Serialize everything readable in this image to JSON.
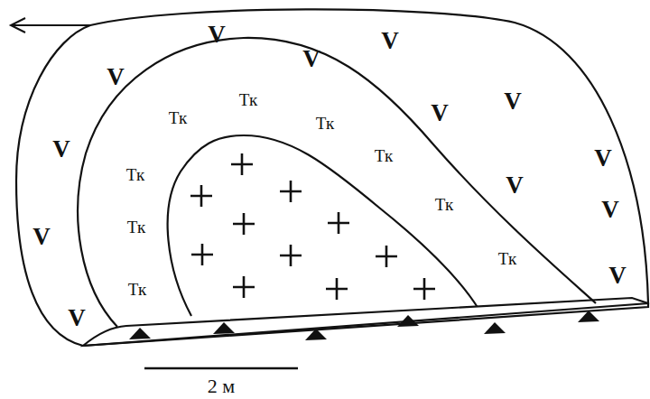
{
  "diagram": {
    "nodes": [
      {
        "text": [
          "V",
          "V",
          "V",
          "V",
          "V",
          "V",
          "V",
          "V",
          "V",
          "V",
          "V",
          "V",
          "V"
        ]
      },
      {
        "text": [
          "Тк",
          "Тк",
          "Тк",
          "Тк",
          "Тк",
          "Тк",
          "Тк",
          "Тк",
          "Тк"
        ],
        "in": 0
      }
    ],
    "labels": [
      "2 м"
    ]
  }
}
